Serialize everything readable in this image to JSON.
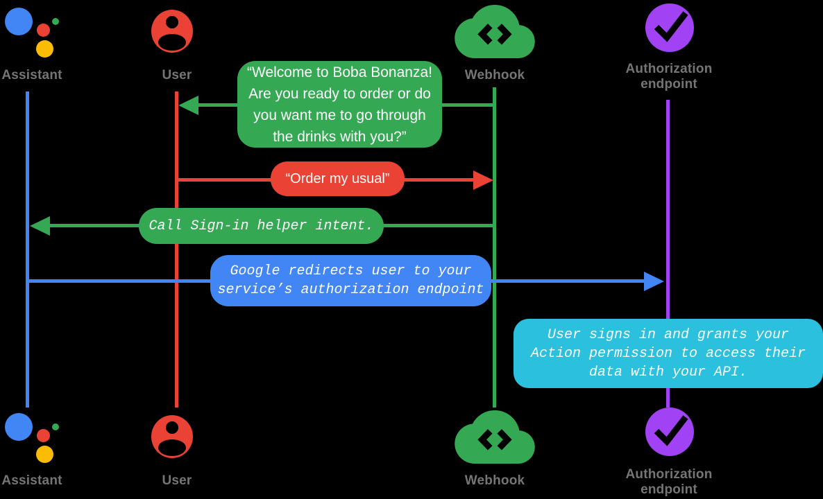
{
  "palette": {
    "assistant_blue": "#4285F4",
    "user_red": "#EA4335",
    "webhook_green": "#34A853",
    "authorization_purple": "#A142F4",
    "note_cyan": "#2BC0DE",
    "assistant_yellow": "#FBBC04",
    "label_gray": "#757575",
    "background": "#000000"
  },
  "actors": [
    {
      "id": "assistant",
      "label": "Assistant",
      "color": "#4285F4",
      "icon": "google-assistant-logo"
    },
    {
      "id": "user",
      "label": "User",
      "color": "#EA4335",
      "icon": "person-icon"
    },
    {
      "id": "webhook",
      "label": "Webhook",
      "color": "#34A853",
      "icon": "cloud-code-icon"
    },
    {
      "id": "authorization-endpoint",
      "label_lines": [
        "Authorization",
        "endpoint"
      ],
      "color": "#A142F4",
      "icon": "check-circle-icon"
    }
  ],
  "messages": [
    {
      "from": "webhook",
      "to": "user",
      "style": "speech",
      "color": "#34A853",
      "lines": [
        "“Welcome to Boba Bonanza!",
        "Are you ready to order or do",
        "you want me to go through",
        "the drinks with you?”"
      ]
    },
    {
      "from": "user",
      "to": "webhook",
      "style": "speech",
      "color": "#EA4335",
      "text": "“Order my usual”"
    },
    {
      "from": "webhook",
      "to": "assistant",
      "style": "code",
      "color": "#34A853",
      "text": "Call Sign-in helper intent."
    },
    {
      "from": "assistant",
      "to": "authorization-endpoint",
      "style": "code",
      "color": "#4285F4",
      "lines": [
        "Google redirects user to your",
        "service’s authorization endpoint"
      ]
    },
    {
      "type": "note",
      "at": "authorization-endpoint",
      "style": "code",
      "color": "#2BC0DE",
      "lines": [
        "User signs in and grants your",
        "Action permission to access their",
        "data with your API."
      ]
    }
  ]
}
